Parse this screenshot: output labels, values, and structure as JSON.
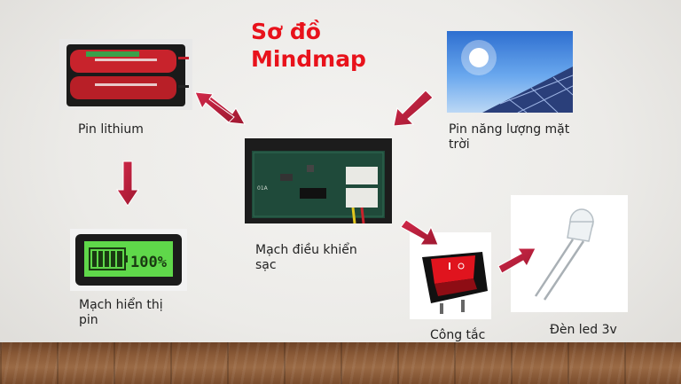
{
  "title_line1": "Sơ đồ",
  "title_line2": "Mindmap",
  "nodes": {
    "battery": {
      "label": "Pin lithium"
    },
    "solar": {
      "label": "Pin năng lượng mặt trời"
    },
    "controller": {
      "label": "Mạch điều khiển sạc"
    },
    "display": {
      "label": "Mạch hiển thị pin",
      "readout": "100%"
    },
    "switch": {
      "label": "Công tắc"
    },
    "led": {
      "label": "Đèn led 3v"
    }
  },
  "colors": {
    "title": "#e8121b",
    "arrow": "#c01f3a"
  }
}
